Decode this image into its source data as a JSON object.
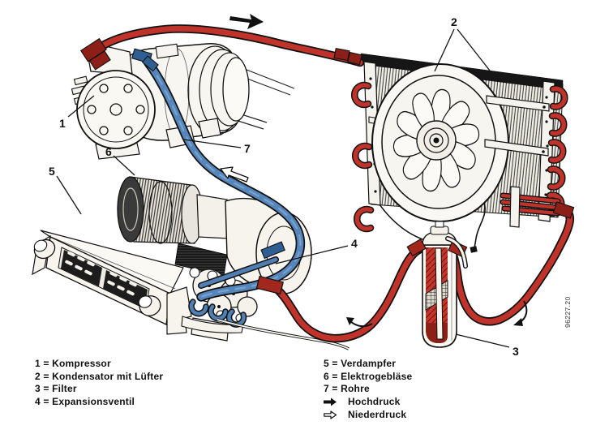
{
  "figure_number": "96227.20",
  "callout_numbers": {
    "n1": "1",
    "n2": "2",
    "n3": "3",
    "n4": "4",
    "n5": "5",
    "n6": "6",
    "n7": "7"
  },
  "legend": {
    "left": [
      {
        "key": "1",
        "label": "Kompressor",
        "text": "1 = Kompressor"
      },
      {
        "key": "2",
        "label": "Kondensator mit Lüfter",
        "text": "2 = Kondensator mit Lüfter"
      },
      {
        "key": "3",
        "label": "Filter",
        "text": "3 = Filter"
      },
      {
        "key": "4",
        "label": "Expansionsventil",
        "text": "4 = Expansionsventil"
      }
    ],
    "right": [
      {
        "key": "5",
        "label": "Verdampfer",
        "text": "5 = Verdampfer"
      },
      {
        "key": "6",
        "label": "Elektrogebläse",
        "text": "6 = Elektrogebläse"
      },
      {
        "key": "7",
        "label": "Rohre",
        "text": "7 = Rohre"
      }
    ],
    "flow": [
      {
        "symbol": "filled-arrow",
        "label": "Hochdruck"
      },
      {
        "symbol": "outline-arrow",
        "label": "Niederdruck"
      }
    ]
  },
  "colors": {
    "high_pressure": "#c0332a",
    "high_pressure_dark": "#8c2018",
    "low_pressure": "#5585bb",
    "low_pressure_dark": "#2e5e92",
    "line": "#1c1c1c",
    "background": "#ffffff"
  }
}
